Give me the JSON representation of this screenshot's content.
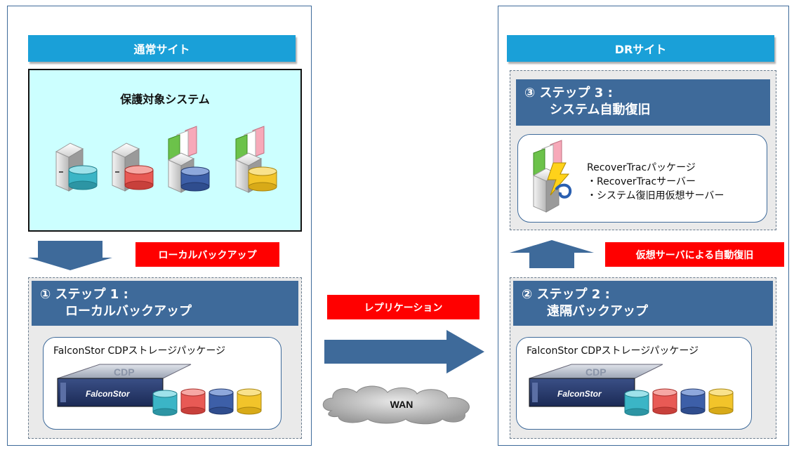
{
  "normal_site": {
    "header": "通常サイト",
    "protected_title": "保護対象システム",
    "local_backup_label": "ローカルバックアップ",
    "step1_line1": "① ステップ 1 :",
    "step1_line2": "ローカルバックアップ",
    "package_label": "FalconStor CDPストレージパッケージ"
  },
  "replication": {
    "label": "レプリケーション",
    "wan_label": "WAN"
  },
  "dr_site": {
    "header": "DRサイト",
    "step3_line1": "③ ステップ 3 :",
    "step3_line2": "システム自動復旧",
    "recovertrac_title": "RecoverTracパッケージ",
    "recovertrac_item1": "・RecoverTracサーバー",
    "recovertrac_item2": "・システム復旧用仮想サーバー",
    "auto_recovery_label": "仮想サーバによる自動復旧",
    "step2_line1": "② ステップ 2 :",
    "step2_line2": "遠隔バックアップ",
    "package_label": "FalconStor CDPストレージパッケージ"
  },
  "appliance": {
    "model_text": "CDP",
    "brand_text": "FalconStor"
  },
  "colors": {
    "teal": "#3bb5c6",
    "red": "#e85a55",
    "blue": "#3d5fa8",
    "yellow": "#f2c42a",
    "accent_blue": "#1aa0d8",
    "banner_blue": "#3e6a9a",
    "label_red": "#ff0000"
  },
  "icons": [
    "server-icon",
    "disk-icon",
    "storage-appliance-icon",
    "arrow-icon",
    "cloud-icon",
    "lightning-icon"
  ]
}
